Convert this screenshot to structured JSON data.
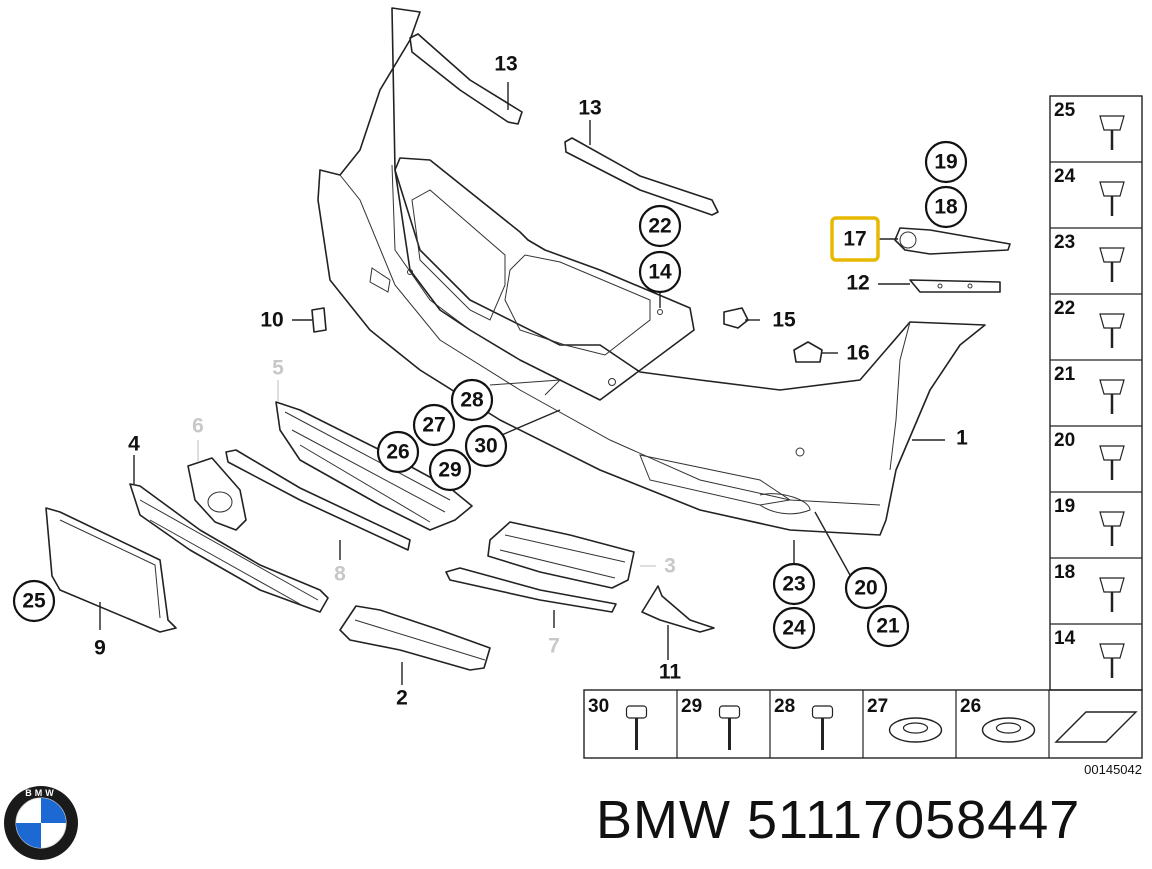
{
  "diagram": {
    "callouts": [
      {
        "id": "c13a",
        "label": "13"
      },
      {
        "id": "c13b",
        "label": "13"
      },
      {
        "id": "c19",
        "label": "19"
      },
      {
        "id": "c18",
        "label": "18"
      },
      {
        "id": "c17",
        "label": "17"
      },
      {
        "id": "c12",
        "label": "12"
      },
      {
        "id": "c22",
        "label": "22"
      },
      {
        "id": "c14",
        "label": "14"
      },
      {
        "id": "c15",
        "label": "15"
      },
      {
        "id": "c16",
        "label": "16"
      },
      {
        "id": "c10",
        "label": "10"
      },
      {
        "id": "c5",
        "label": "5"
      },
      {
        "id": "c28",
        "label": "28"
      },
      {
        "id": "c27",
        "label": "27"
      },
      {
        "id": "c26",
        "label": "26"
      },
      {
        "id": "c30",
        "label": "30"
      },
      {
        "id": "c29",
        "label": "29"
      },
      {
        "id": "c1",
        "label": "1"
      },
      {
        "id": "c4",
        "label": "4"
      },
      {
        "id": "c6",
        "label": "6"
      },
      {
        "id": "c8",
        "label": "8"
      },
      {
        "id": "c3",
        "label": "3"
      },
      {
        "id": "c7",
        "label": "7"
      },
      {
        "id": "c23",
        "label": "23"
      },
      {
        "id": "c24",
        "label": "24"
      },
      {
        "id": "c20",
        "label": "20"
      },
      {
        "id": "c21",
        "label": "21"
      },
      {
        "id": "c25",
        "label": "25"
      },
      {
        "id": "c9",
        "label": "9"
      },
      {
        "id": "c2",
        "label": "2"
      },
      {
        "id": "c11",
        "label": "11"
      }
    ],
    "highlighted_part": "17",
    "side_panel": [
      "25",
      "24",
      "23",
      "22",
      "21",
      "20",
      "19",
      "18",
      "14"
    ],
    "bottom_panel": [
      "30",
      "29",
      "28",
      "27",
      "26"
    ],
    "reference_number": "00145042"
  },
  "caption": {
    "brand": "BMW",
    "part_number": "51117058447",
    "text": "BMW 51117058447"
  },
  "colors": {
    "line": "#222222",
    "ghost_label": "#c8c8c8",
    "highlight": "#e8b800",
    "background": "#ffffff"
  }
}
